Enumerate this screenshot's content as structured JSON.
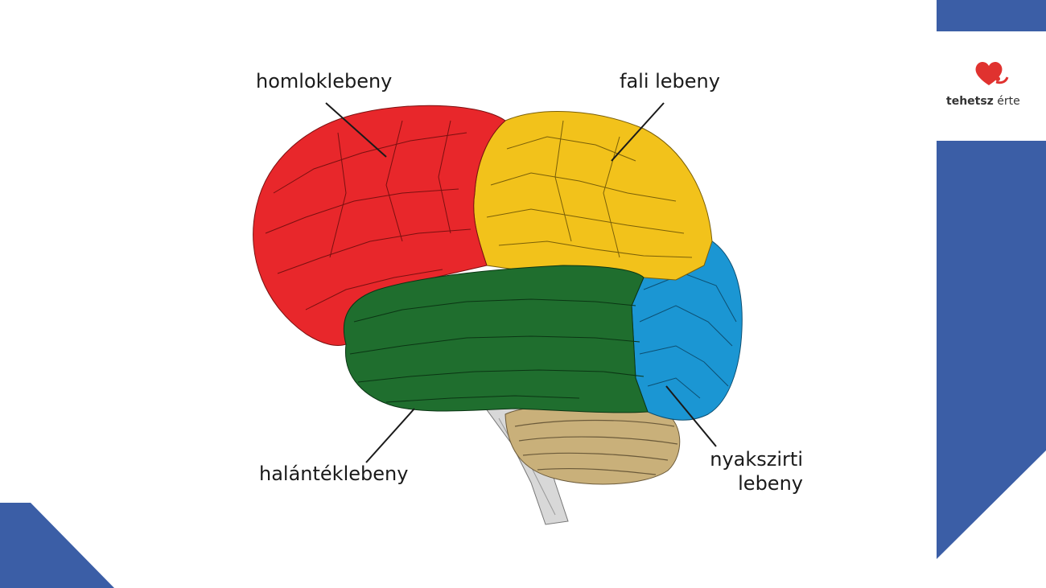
{
  "theme": {
    "accent": "#3B5EA6",
    "logo_red": "#E0322F"
  },
  "logo": {
    "bold": "tehetsz",
    "light": "érte",
    "icon": "heart-icon"
  },
  "lobes": {
    "frontal": {
      "label": "homloklebeny",
      "color": "#E8272B"
    },
    "parietal": {
      "label": "fali lebeny",
      "color": "#F2C21B"
    },
    "temporal": {
      "label": "halántéklebeny",
      "color": "#1F6E2E"
    },
    "occipital": {
      "label_line1": "nyakszirti",
      "label_line2": "lebeny",
      "color": "#1B96D3"
    },
    "cerebellum": {
      "color": "#C9B07A"
    },
    "brainstem": {
      "color": "#D8D8D8"
    }
  }
}
